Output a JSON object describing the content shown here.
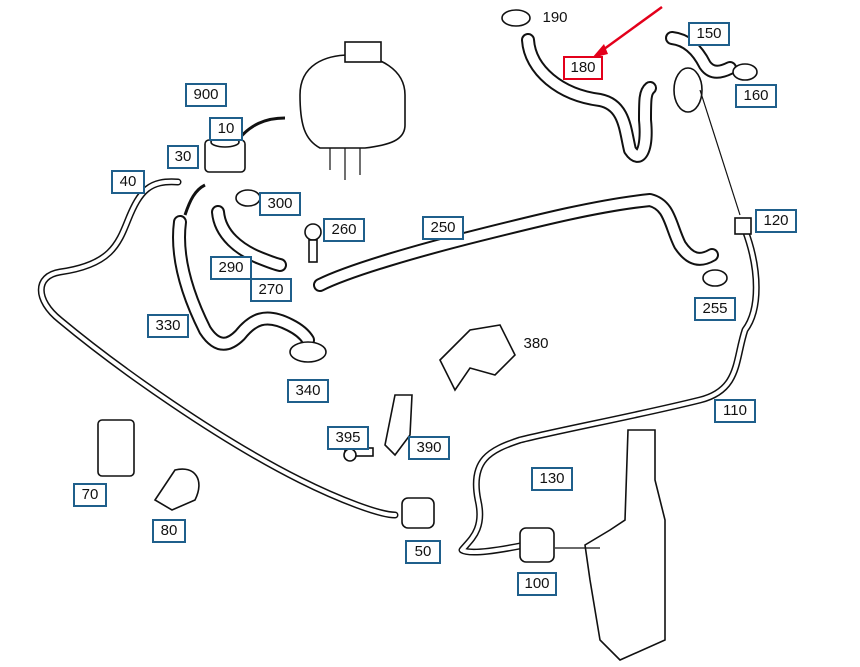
{
  "colors": {
    "callout_border": "#1f5f8b",
    "highlight": "#e3001b",
    "ink": "#111111"
  },
  "callouts": {
    "c190": "190",
    "c150": "150",
    "c180": "180",
    "c160": "160",
    "c900": "900",
    "c10": "10",
    "c30": "30",
    "c40": "40",
    "c300": "300",
    "c120": "120",
    "c260": "260",
    "c250": "250",
    "c290": "290",
    "c270": "270",
    "c255": "255",
    "c330": "330",
    "c380": "380",
    "c340": "340",
    "c110": "110",
    "c395": "395",
    "c390": "390",
    "c130": "130",
    "c70": "70",
    "c80": "80",
    "c50": "50",
    "c100": "100"
  },
  "highlighted_callout": "180"
}
